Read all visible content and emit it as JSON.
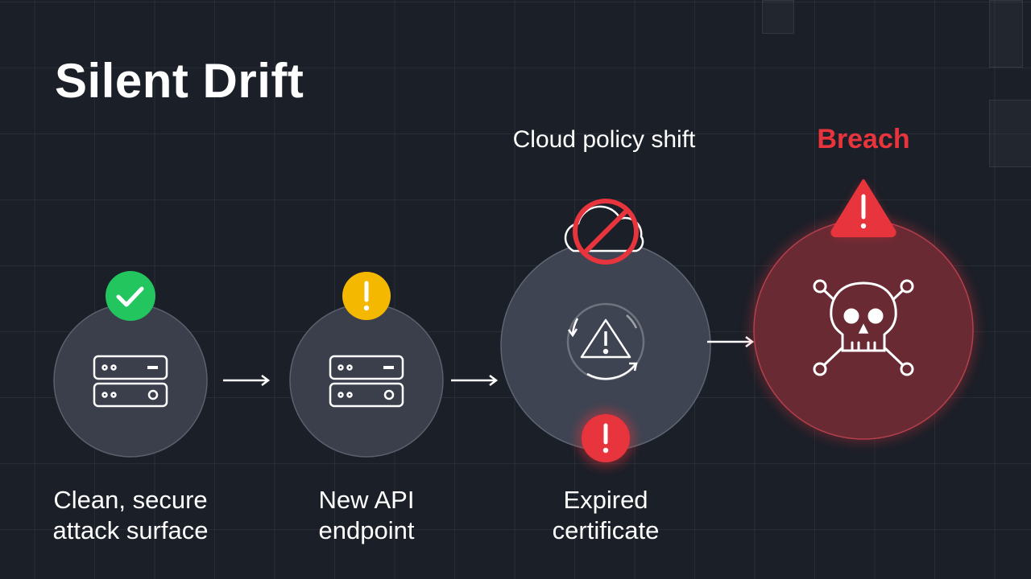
{
  "title": "Silent Drift",
  "stages": [
    {
      "label_line1": "Clean, secure",
      "label_line2": "attack surface",
      "status": "ok"
    },
    {
      "label_line1": "New API",
      "label_line2": "endpoint",
      "status": "warning"
    },
    {
      "label_line1": "Expired",
      "label_line2": "certificate",
      "status": "error",
      "top_label": "Cloud policy shift"
    },
    {
      "top_label": "Breach",
      "status": "breach"
    }
  ],
  "colors": {
    "ok": "#22c55e",
    "warning": "#f5b800",
    "error": "#e8343c",
    "background": "#1b1f28"
  }
}
